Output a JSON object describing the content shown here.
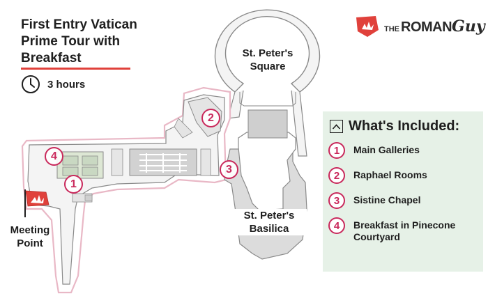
{
  "title": "First Entry Vatican Prime Tour with Breakfast",
  "duration": "3 hours",
  "brand": {
    "the": "THE",
    "roman": "ROMAN",
    "guy": "Guy",
    "color": "#e0413b"
  },
  "map_labels": {
    "square": "St. Peter's Square",
    "basilica": "St. Peter's Basilica",
    "meeting": "Meeting Point"
  },
  "included": {
    "title": "What's Included:",
    "items": [
      {
        "num": "1",
        "label": "Main Galleries"
      },
      {
        "num": "2",
        "label": "Raphael Rooms"
      },
      {
        "num": "3",
        "label": "Sistine Chapel"
      },
      {
        "num": "4",
        "label": "Breakfast in Pinecone Courtyard"
      }
    ]
  },
  "markers": [
    "1",
    "2",
    "3",
    "4"
  ],
  "icons": {
    "clock": "clock-icon",
    "logo": "brand-flag-icon",
    "chevron": "chevron-up-icon",
    "meeting": "meeting-flag-icon"
  },
  "colors": {
    "accent": "#c9285b",
    "brand_red": "#e0413b",
    "panel_bg": "#e6f1e7",
    "building": "#f4f4f4",
    "outline": "#e9b8c6"
  }
}
